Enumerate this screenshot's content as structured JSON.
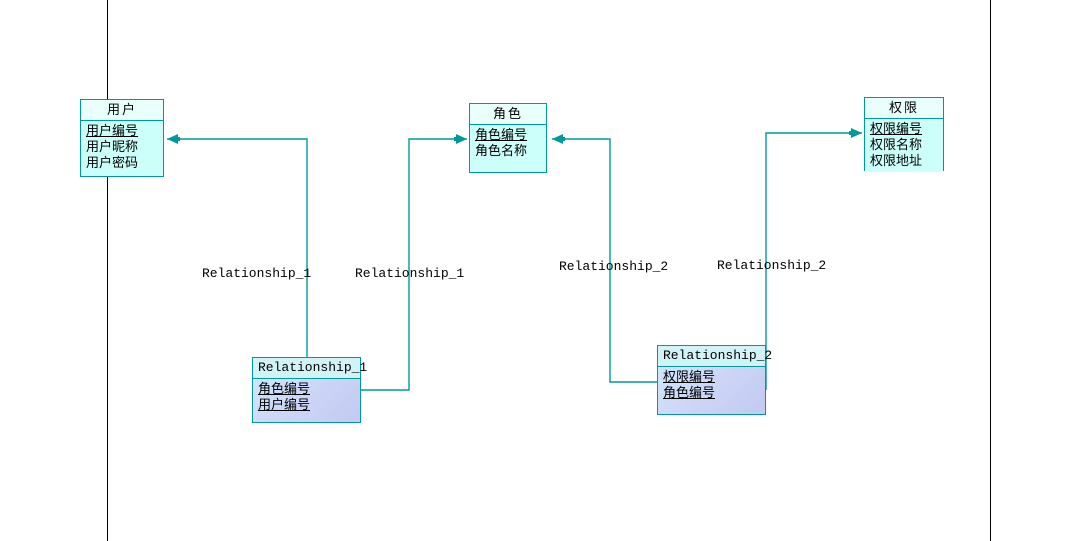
{
  "diagram": {
    "type": "er-diagram",
    "background_color": "#ffffff",
    "line_color": "#009999",
    "entity_fill": "#ccfff9",
    "entity_header_fill": "#e8fffc",
    "relationship_fill": "#cdd6f7",
    "margin_guide_color": "#000000"
  },
  "entities": [
    {
      "id": "user",
      "title": "用户",
      "attributes": [
        {
          "name": "用户编号",
          "key": true
        },
        {
          "name": "用户昵称",
          "key": false
        },
        {
          "name": "用户密码",
          "key": false
        }
      ]
    },
    {
      "id": "role",
      "title": "角色",
      "attributes": [
        {
          "name": "角色编号",
          "key": true
        },
        {
          "name": "角色名称",
          "key": false
        }
      ]
    },
    {
      "id": "permission",
      "title": "权限",
      "attributes": [
        {
          "name": "权限编号",
          "key": true
        },
        {
          "name": "权限名称",
          "key": false
        },
        {
          "name": "权限地址",
          "key": false
        }
      ]
    }
  ],
  "relationship_tables": [
    {
      "id": "rel1",
      "title": "Relationship_1",
      "attributes": [
        {
          "name": "角色编号",
          "key": true
        },
        {
          "name": "用户编号",
          "key": true
        }
      ]
    },
    {
      "id": "rel2",
      "title": "Relationship_2",
      "attributes": [
        {
          "name": "权限编号",
          "key": true
        },
        {
          "name": "角色编号",
          "key": true
        }
      ]
    }
  ],
  "edge_labels": [
    {
      "id": "label-user-rel1",
      "text": "Relationship_1"
    },
    {
      "id": "label-role-rel1",
      "text": "Relationship_1"
    },
    {
      "id": "label-role-rel2",
      "text": "Relationship_2"
    },
    {
      "id": "label-permission-rel2",
      "text": "Relationship_2"
    }
  ]
}
